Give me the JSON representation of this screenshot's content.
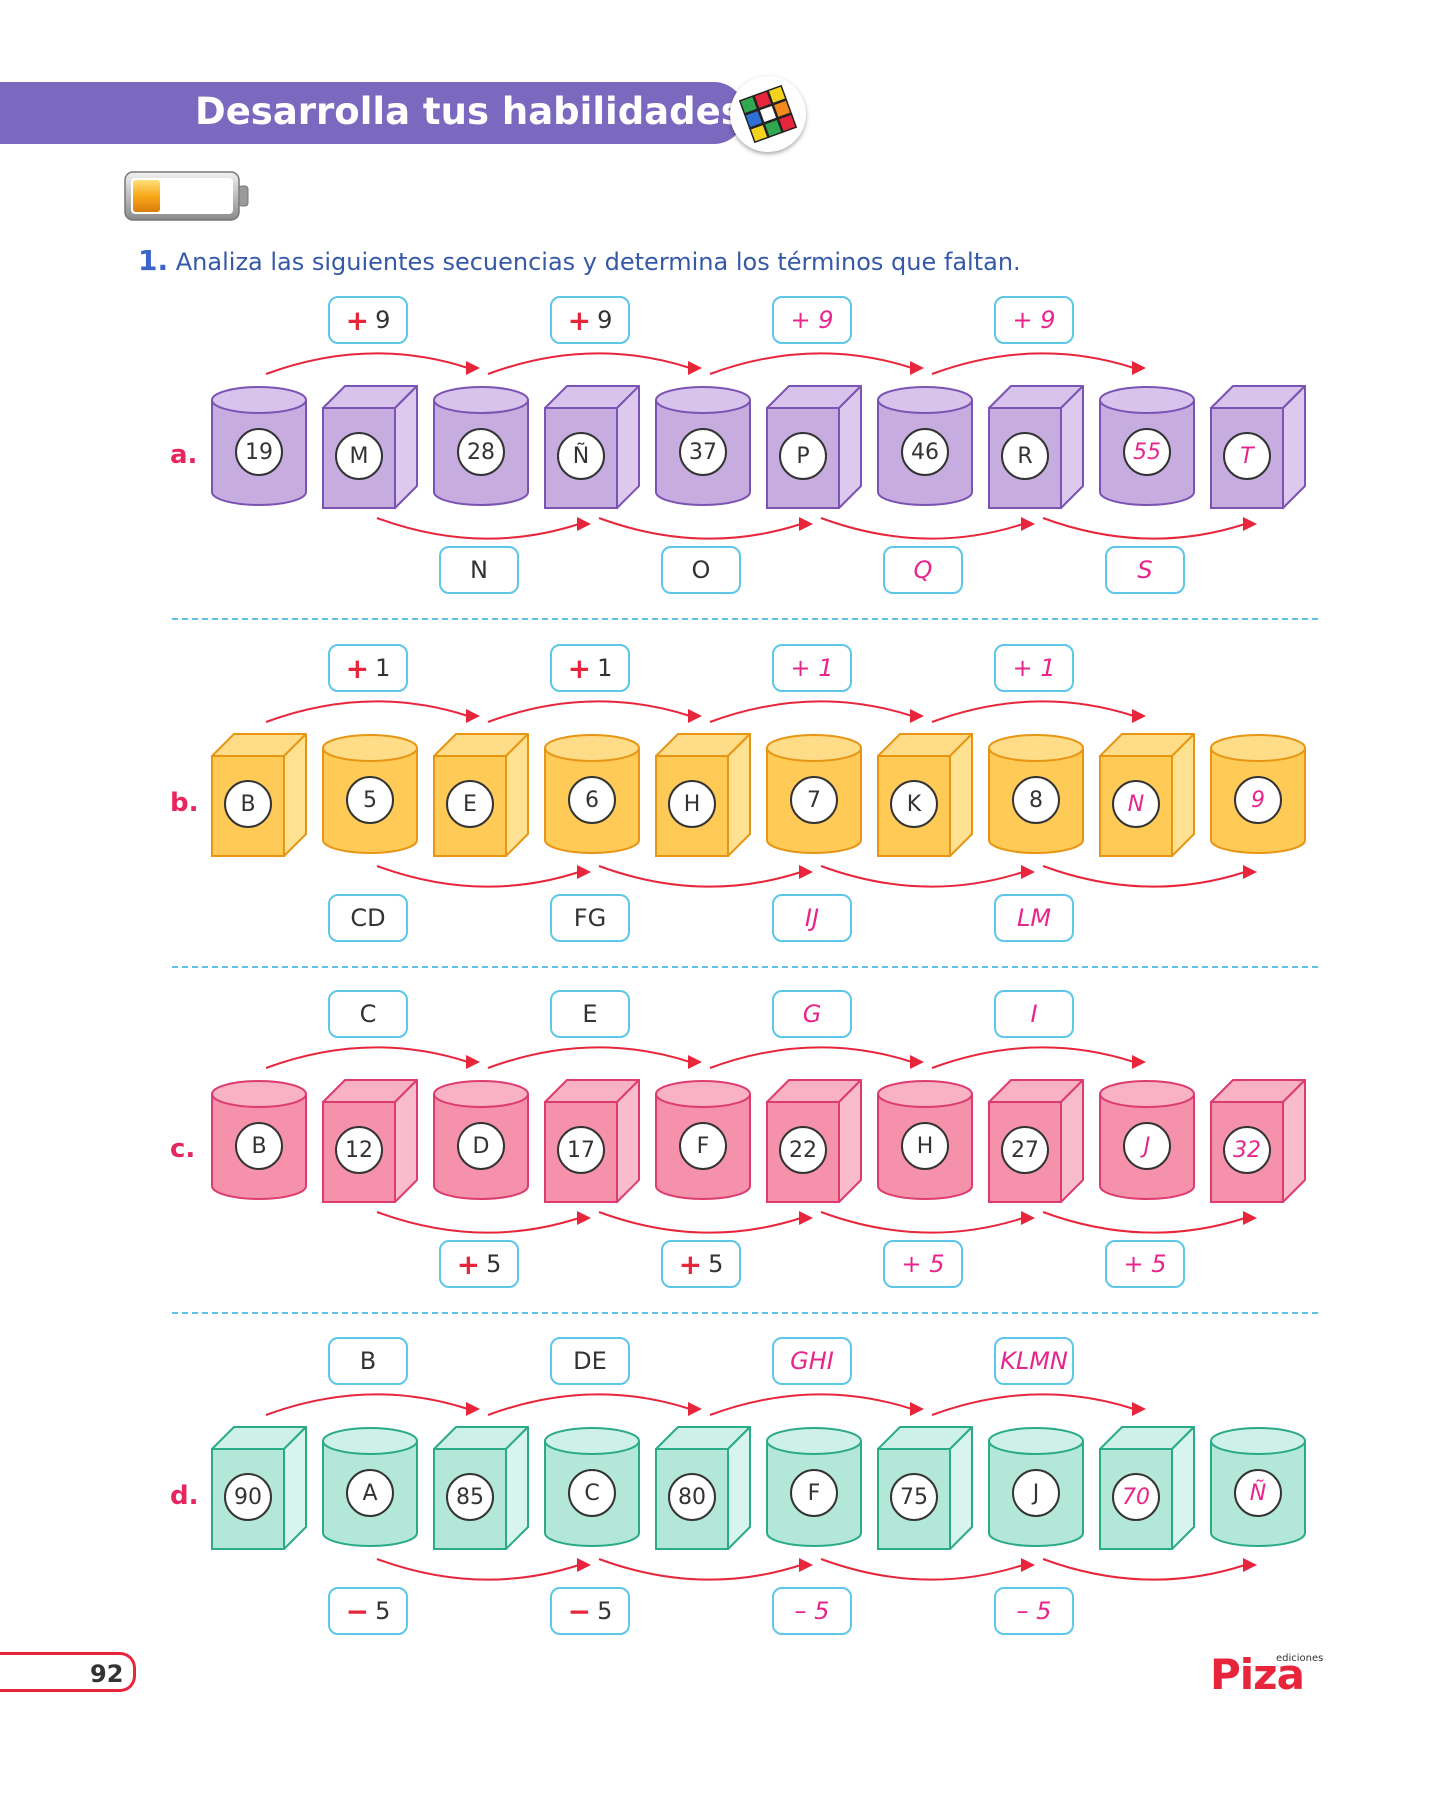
{
  "header": {
    "title": "Desarrolla tus habilidades",
    "badge_icon": "rubiks-cube-icon",
    "progress_icon": "battery-icon",
    "battery_level": 0.25
  },
  "instruction": {
    "number": "1.",
    "text": "Analiza las siguientes secuencias y determina los términos que faltan."
  },
  "colors": {
    "a": {
      "front": "#c7acdf",
      "top": "#d8c3ec",
      "side": "#ddc9ee",
      "stroke": "#7b53b3"
    },
    "b": {
      "front": "#ffcb56",
      "top": "#ffdc87",
      "side": "#ffe291",
      "stroke": "#e89513"
    },
    "c": {
      "front": "#f591ab",
      "top": "#f8b2c4",
      "side": "#f9bccc",
      "stroke": "#de3c6e"
    },
    "d": {
      "front": "#b3e8d8",
      "top": "#cdf1e6",
      "side": "#d7f5ec",
      "stroke": "#2aaa87"
    },
    "arrow": "#e8263b",
    "answer": "#e8258a"
  },
  "sequences": [
    {
      "label": "a.",
      "colors": "a",
      "shape_start": "cylinder",
      "items": [
        {
          "text": "19",
          "answer": false
        },
        {
          "text": "M",
          "answer": false
        },
        {
          "text": "28",
          "answer": false
        },
        {
          "text": "Ñ",
          "answer": false
        },
        {
          "text": "37",
          "answer": false
        },
        {
          "text": "P",
          "answer": false
        },
        {
          "text": "46",
          "answer": false
        },
        {
          "text": "R",
          "answer": false
        },
        {
          "text": "55",
          "answer": true
        },
        {
          "text": "T",
          "answer": true
        }
      ],
      "top_tags": [
        {
          "sign": "+",
          "value": "9",
          "answer": false
        },
        {
          "sign": "+",
          "value": "9",
          "answer": false
        },
        {
          "sign": "",
          "value": "+ 9",
          "answer": true
        },
        {
          "sign": "",
          "value": "+ 9",
          "answer": true
        }
      ],
      "bottom_tags": [
        {
          "sign": "",
          "value": "N",
          "answer": false
        },
        {
          "sign": "",
          "value": "O",
          "answer": false
        },
        {
          "sign": "",
          "value": "Q",
          "answer": true
        },
        {
          "sign": "",
          "value": "S",
          "answer": true
        }
      ]
    },
    {
      "label": "b.",
      "colors": "b",
      "shape_start": "cube",
      "items": [
        {
          "text": "B",
          "answer": false
        },
        {
          "text": "5",
          "answer": false
        },
        {
          "text": "E",
          "answer": false
        },
        {
          "text": "6",
          "answer": false
        },
        {
          "text": "H",
          "answer": false
        },
        {
          "text": "7",
          "answer": false
        },
        {
          "text": "K",
          "answer": false
        },
        {
          "text": "8",
          "answer": false
        },
        {
          "text": "N",
          "answer": true
        },
        {
          "text": "9",
          "answer": true
        }
      ],
      "top_tags": [
        {
          "sign": "+",
          "value": "1",
          "answer": false
        },
        {
          "sign": "+",
          "value": "1",
          "answer": false
        },
        {
          "sign": "",
          "value": "+ 1",
          "answer": true
        },
        {
          "sign": "",
          "value": "+ 1",
          "answer": true
        }
      ],
      "bottom_tags": [
        {
          "sign": "",
          "value": "CD",
          "answer": false
        },
        {
          "sign": "",
          "value": "FG",
          "answer": false
        },
        {
          "sign": "",
          "value": "IJ",
          "answer": true
        },
        {
          "sign": "",
          "value": "LM",
          "answer": true
        }
      ]
    },
    {
      "label": "c.",
      "colors": "c",
      "shape_start": "cylinder",
      "items": [
        {
          "text": "B",
          "answer": false
        },
        {
          "text": "12",
          "answer": false
        },
        {
          "text": "D",
          "answer": false
        },
        {
          "text": "17",
          "answer": false
        },
        {
          "text": "F",
          "answer": false
        },
        {
          "text": "22",
          "answer": false
        },
        {
          "text": "H",
          "answer": false
        },
        {
          "text": "27",
          "answer": false
        },
        {
          "text": "J",
          "answer": true
        },
        {
          "text": "32",
          "answer": true
        }
      ],
      "top_tags": [
        {
          "sign": "",
          "value": "C",
          "answer": false
        },
        {
          "sign": "",
          "value": "E",
          "answer": false
        },
        {
          "sign": "",
          "value": "G",
          "answer": true
        },
        {
          "sign": "",
          "value": "I",
          "answer": true
        }
      ],
      "bottom_tags": [
        {
          "sign": "+",
          "value": "5",
          "answer": false
        },
        {
          "sign": "+",
          "value": "5",
          "answer": false
        },
        {
          "sign": "",
          "value": "+ 5",
          "answer": true
        },
        {
          "sign": "",
          "value": "+ 5",
          "answer": true
        }
      ]
    },
    {
      "label": "d.",
      "colors": "d",
      "shape_start": "cube",
      "items": [
        {
          "text": "90",
          "answer": false
        },
        {
          "text": "A",
          "answer": false
        },
        {
          "text": "85",
          "answer": false
        },
        {
          "text": "C",
          "answer": false
        },
        {
          "text": "80",
          "answer": false
        },
        {
          "text": "F",
          "answer": false
        },
        {
          "text": "75",
          "answer": false
        },
        {
          "text": "J",
          "answer": false
        },
        {
          "text": "70",
          "answer": true
        },
        {
          "text": "Ñ",
          "answer": true
        }
      ],
      "top_tags": [
        {
          "sign": "",
          "value": "B",
          "answer": false
        },
        {
          "sign": "",
          "value": "DE",
          "answer": false
        },
        {
          "sign": "",
          "value": "GHI",
          "answer": true
        },
        {
          "sign": "",
          "value": "KLMN",
          "answer": true
        }
      ],
      "bottom_tags": [
        {
          "sign": "−",
          "value": "5",
          "answer": false
        },
        {
          "sign": "−",
          "value": "5",
          "answer": false
        },
        {
          "sign": "",
          "value": "– 5",
          "answer": true
        },
        {
          "sign": "",
          "value": "– 5",
          "answer": true
        }
      ]
    }
  ],
  "footer": {
    "page_number": "92",
    "publisher_small": "ediciones",
    "publisher": "Piza"
  }
}
